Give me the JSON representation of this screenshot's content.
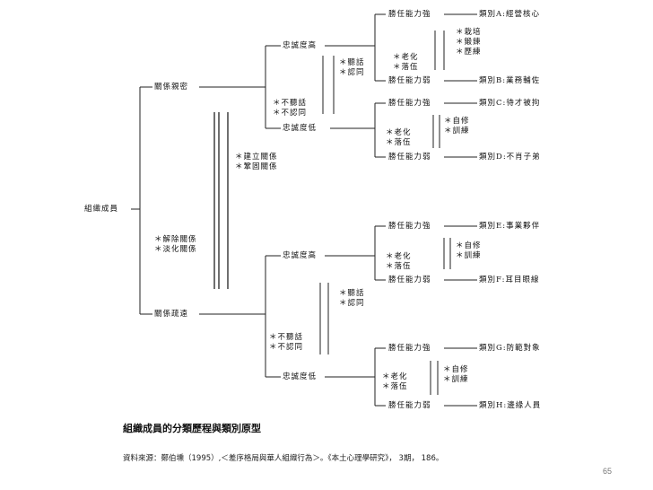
{
  "root": "組織成員",
  "level1": {
    "close": "關係親密",
    "distant": "關係疏遠"
  },
  "transitions": {
    "close_to_distant": [
      "＊建立關係",
      "＊鞏固關係"
    ],
    "distant_to_close": [
      "＊解除關係",
      "＊淡化關係"
    ]
  },
  "loyalty": {
    "high": "忠誠度高",
    "low": "忠誠度低",
    "loyal_actions": [
      "＊聽話",
      "＊認同"
    ],
    "disloyal_actions": [
      "＊不聽話",
      "＊不認同"
    ]
  },
  "ability": {
    "strong": "勝任能力強",
    "weak": "勝任能力弱",
    "promote_actions": [
      "＊栽培",
      "＊鍛鍊",
      "＊歷練"
    ],
    "degrade_actions": [
      "＊老化",
      "＊落伍"
    ],
    "improve_actions": [
      "＊自修",
      "＊訓練"
    ]
  },
  "categories": {
    "A": "類別A:經營核心",
    "B": "類別B:業務輔佐",
    "C": "類別C:待才被拘",
    "D": "類別D:不肖子弟",
    "E": "類別E:事業夥伴",
    "F": "類別F:耳目眼線",
    "G": "類別G:防範對象",
    "H": "類別H:邊緣人員"
  },
  "caption": {
    "title": "組織成員的分類歷程與類別原型",
    "source": "資料來源：鄭伯壎（1995）,＜差序格局與華人組織行為＞。《本土心理學研究》， 3期， 186。"
  },
  "page_number": "65"
}
